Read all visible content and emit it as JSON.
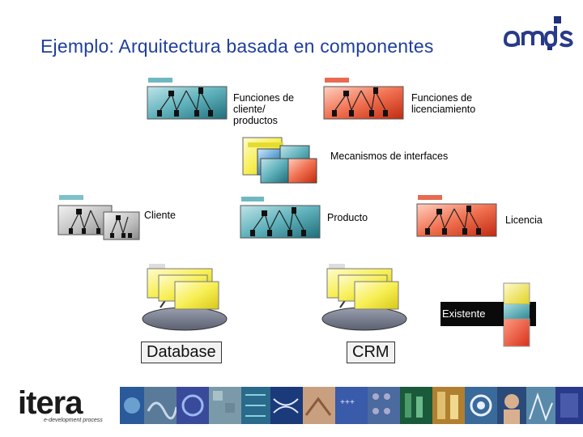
{
  "title": "Ejemplo:  Arquitectura basada en componentes",
  "logo_top": "amds",
  "labels": {
    "funciones_cliente": "Funciones de\ncliente/\nproductos",
    "funciones_licenciamiento": "Funciones de\nlicenciamiento",
    "mecanismos": "Mecanismos de interfaces",
    "cliente": "Cliente",
    "producto": "Producto",
    "licencia": "Licencia",
    "existente": "Existente",
    "database": "Database",
    "crm": "CRM"
  },
  "footer": {
    "brand": "itera",
    "tagline": "e-development process"
  },
  "colors": {
    "title": "#1f3f9e",
    "teal": "#4aa3ad",
    "red": "#e8553a",
    "yellow": "#f5ee3a",
    "gray": "#c8c8c8"
  }
}
